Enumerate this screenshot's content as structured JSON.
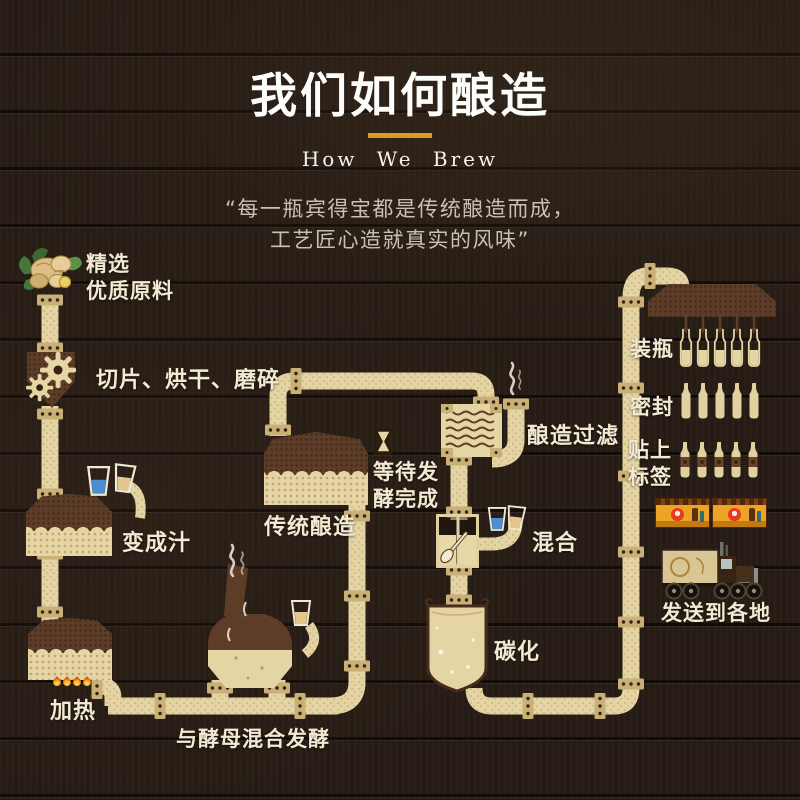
{
  "header": {
    "title": "我们如何酿造",
    "subtitle": "How We Brew",
    "quote_line1": "“每一瓶宾得宝都是传统酿造而成，",
    "quote_line2": "工艺匠心造就真实的风味”"
  },
  "steps": {
    "select": {
      "line1": "精选",
      "line2": "优质原料"
    },
    "grind": {
      "label": "切片、烘干、磨碎"
    },
    "juice": {
      "label": "变成汁"
    },
    "heat": {
      "label": "加热"
    },
    "yeast": {
      "label": "与酵母混合发酵"
    },
    "brew": {
      "label": "传统酿造"
    },
    "wait": {
      "line1": "等待发",
      "line2": "酵完成"
    },
    "filter": {
      "label": "酿造过滤"
    },
    "mix": {
      "label": "混合"
    },
    "carbonate": {
      "label": "碳化"
    },
    "bottling": {
      "label": "装瓶"
    },
    "seal": {
      "label": "密封"
    },
    "sticker": {
      "line1": "贴上",
      "line2": "标签"
    },
    "ship": {
      "label": "发送到各地"
    }
  },
  "colors": {
    "accent_gold": "#d99c1e",
    "pipe_tan": "#e4d3a3",
    "tank_brown": "#5d3d27",
    "wood_dark": "#271d15",
    "text_cream": "#f2ead2",
    "flame_orange": "#f39110",
    "cup_blue": "#4b8fd2",
    "case_orange": "#eca326"
  },
  "icons": {
    "ginger": "ginger-root-icon",
    "gears": "gear-icon",
    "cup": "cup-icon",
    "flame": "flame-icon",
    "hourglass": "hourglass-icon",
    "steam": "steam-icon",
    "spoon": "spoon-icon",
    "bottle": "bottle-icon",
    "case": "beverage-case-icon",
    "truck": "delivery-truck-icon"
  }
}
